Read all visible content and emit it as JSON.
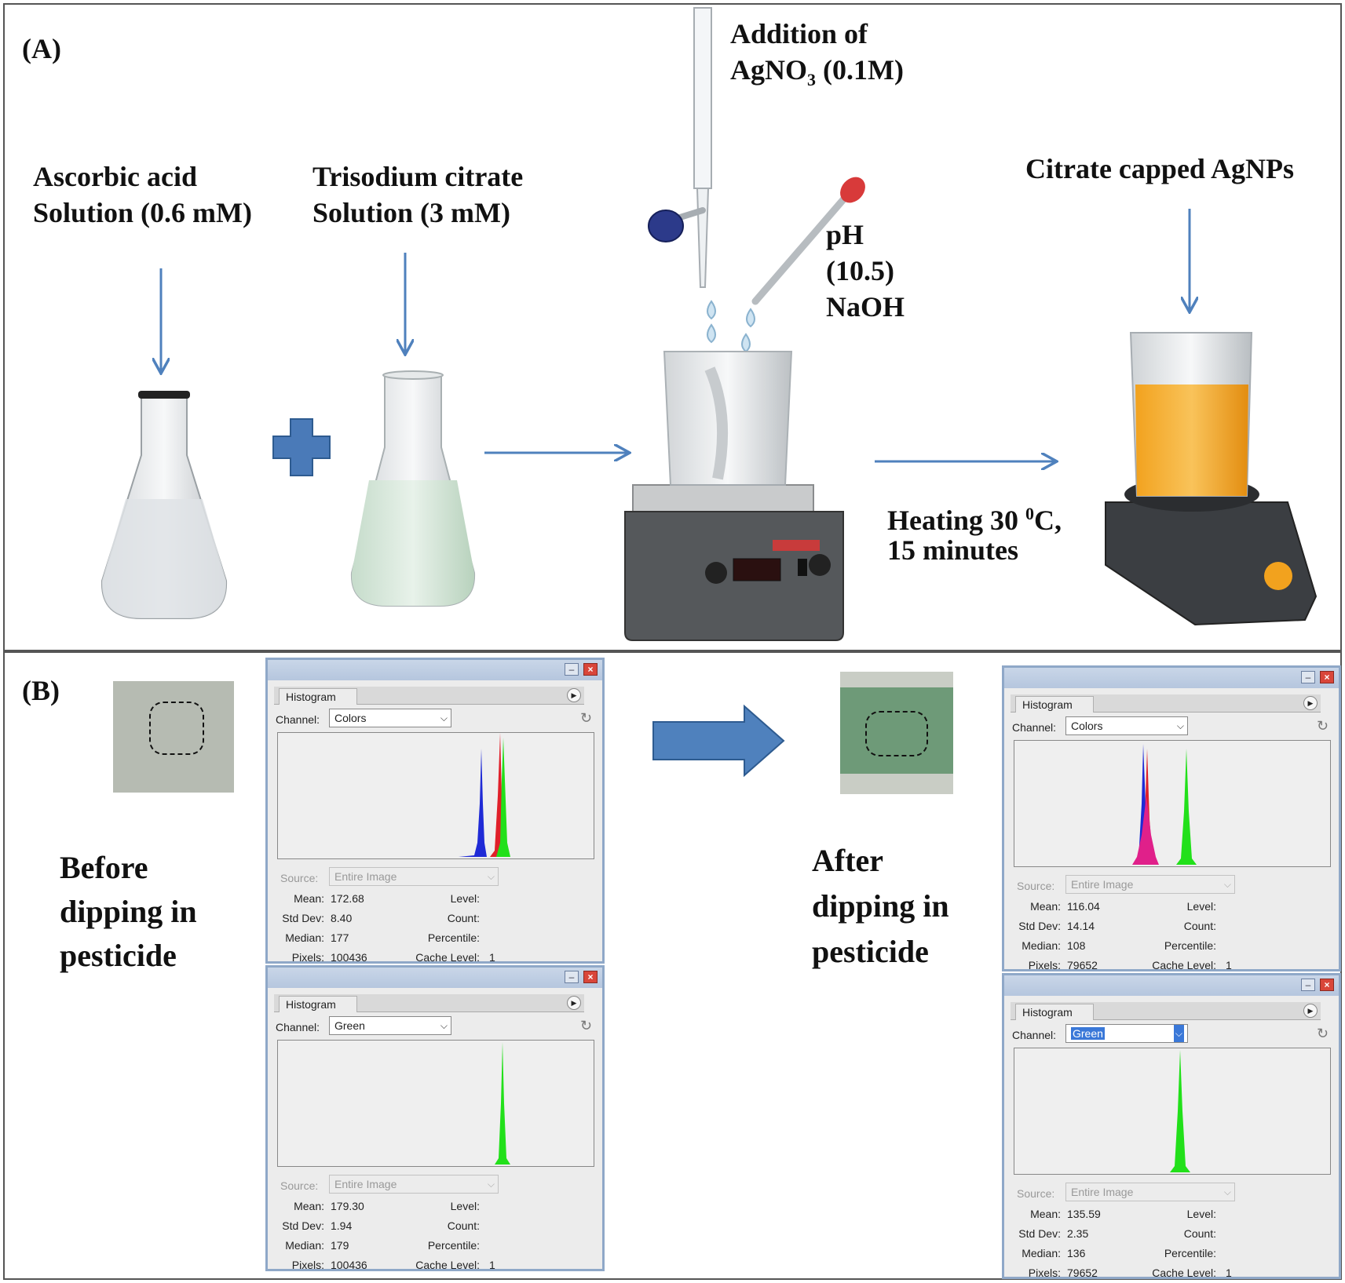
{
  "panel_a": {
    "label": "(A)",
    "ascorbic": {
      "line1": "Ascorbic acid",
      "line2": "Solution (0.6 mM)"
    },
    "citrate": {
      "line1": "Trisodium citrate",
      "line2": "Solution (3 mM)"
    },
    "agno3": {
      "line1": "Addition of",
      "line2_main": "AgNO",
      "line2_sub": "3",
      "line2_rest": " (0.1M)"
    },
    "ph": {
      "line1": "pH",
      "line2": "(10.5)",
      "line3": "NaOH"
    },
    "heating": {
      "line1_main": "Heating 30 ",
      "line1_sup": "0",
      "line1_rest": "C,",
      "line2": "15 minutes"
    },
    "product": "Citrate capped AgNPs"
  },
  "panel_b": {
    "label": "(B)",
    "before": {
      "line1": "Before",
      "line2": "dipping in",
      "line3": "pesticide"
    },
    "after": {
      "line1": "After",
      "line2": "dipping in",
      "line3": "pesticide"
    }
  },
  "colors": {
    "arrow": "#4f81bd",
    "plus": "#4a7ab8",
    "before_strip": "#b6bbb2",
    "after_strip": "#6e9a78",
    "hist_blue": "#1f2ad6",
    "hist_red": "#e0202a",
    "hist_green": "#22e01a",
    "hist_yellow": "#e8e86a",
    "hist_magenta": "#e0208a",
    "orange_solution": "#f2a21e"
  },
  "hist_ui": {
    "title": "Histogram",
    "channel_label": "Channel:",
    "source_label": "Source:",
    "source_value": "Entire Image",
    "mean_label": "Mean:",
    "std_label": "Std Dev:",
    "median_label": "Median:",
    "pixels_label": "Pixels:",
    "level_label": "Level:",
    "count_label": "Count:",
    "percentile_label": "Percentile:",
    "cache_label": "Cache Level:"
  },
  "windows": {
    "before_colors": {
      "channel": "Colors",
      "mean": "172.68",
      "std": "8.40",
      "median": "177",
      "pixels": "100436",
      "cache": "1"
    },
    "before_green": {
      "channel": "Green",
      "mean": "179.30",
      "std": "1.94",
      "median": "179",
      "pixels": "100436",
      "cache": "1"
    },
    "after_colors": {
      "channel": "Colors",
      "mean": "116.04",
      "std": "14.14",
      "median": "108",
      "pixels": "79652",
      "cache": "1"
    },
    "after_green": {
      "channel": "Green",
      "mean": "135.59",
      "std": "2.35",
      "median": "136",
      "pixels": "79652",
      "cache": "1"
    }
  }
}
